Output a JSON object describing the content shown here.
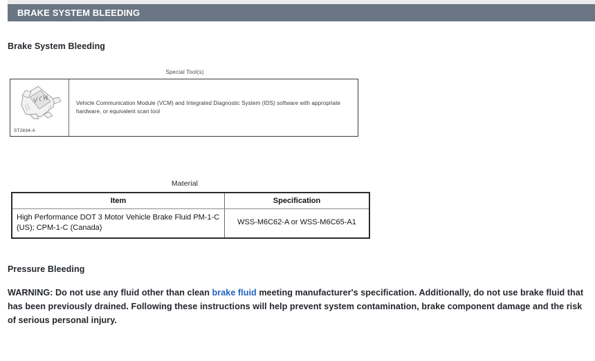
{
  "header": {
    "title": "BRAKE SYSTEM BLEEDING"
  },
  "section": {
    "heading": "Brake System Bleeding"
  },
  "special_tools": {
    "caption": "Special Tool(s)",
    "rows": [
      {
        "tool_id": "ST2834-A",
        "icon": "vcm-module-icon",
        "description": "Vehicle Communication Module (VCM) and Integrated Diagnostic System (IDS) software with appropriate hardware, or equivalent scan tool"
      }
    ]
  },
  "material": {
    "caption": "Material",
    "columns": [
      "Item",
      "Specification"
    ],
    "rows": [
      {
        "item": "High Performance DOT 3 Motor Vehicle Brake Fluid PM-1-C (US); CPM-1-C (Canada)",
        "specification": "WSS-M6C62-A or WSS-M6C65-A1"
      }
    ]
  },
  "pressure_bleeding": {
    "heading": "Pressure Bleeding",
    "warning": {
      "prefix": "WARNING: Do not use any fluid other than clean ",
      "link": "brake fluid",
      "suffix": " meeting manufacturer's specification. Additionally, do not use brake fluid that has been previously drained. Following these instructions will help prevent system contamination, brake component damage and the risk of serious personal injury."
    }
  },
  "colors": {
    "header_bar": "#6b7684",
    "link": "#2062c0",
    "text": "#23262b",
    "table_border": "#2c2c2c"
  }
}
